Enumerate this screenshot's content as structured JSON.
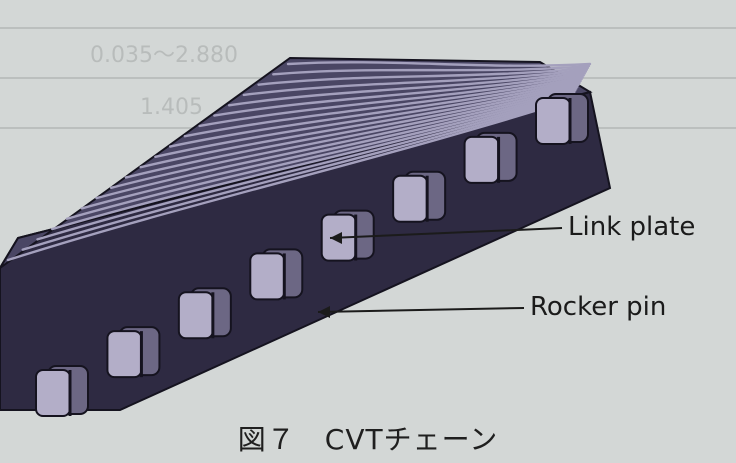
{
  "figure": {
    "caption": "図７　CVTチェーン",
    "callouts": {
      "link_plate": "Link plate",
      "rocker_pin": "Rocker pin"
    }
  },
  "background_table": {
    "cells": [
      "0.035～2.880",
      "1.405"
    ]
  },
  "colors": {
    "paper": "#d3d7d6",
    "belt_top": "#4a4664",
    "belt_side": "#2e2a42",
    "strand": "#a4a0bd",
    "pin": "#b3aec8",
    "pin_shadow": "#6c6784",
    "outline": "#15131f"
  }
}
